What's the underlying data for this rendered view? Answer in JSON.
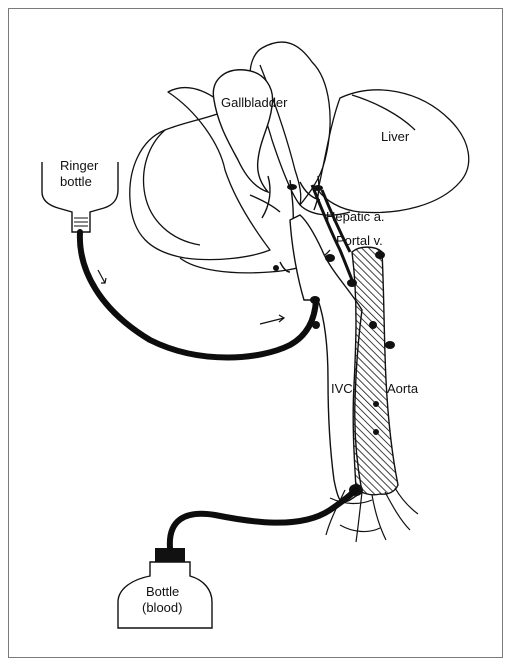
{
  "labels": {
    "gallbladder": "Gallbladder",
    "liver": "Liver",
    "ringer_line1": "Ringer",
    "ringer_line2": "bottle",
    "hepatic_artery": "Hepatic a.",
    "portal_vein": "Portal v.",
    "ivc": "IVC",
    "aorta": "Aorta",
    "blood_line1": "Bottle",
    "blood_line2": "(blood)"
  },
  "colors": {
    "ink": "#111111",
    "tube": "#0d0d0d",
    "frame": "#7a7a7a",
    "background": "#ffffff"
  }
}
